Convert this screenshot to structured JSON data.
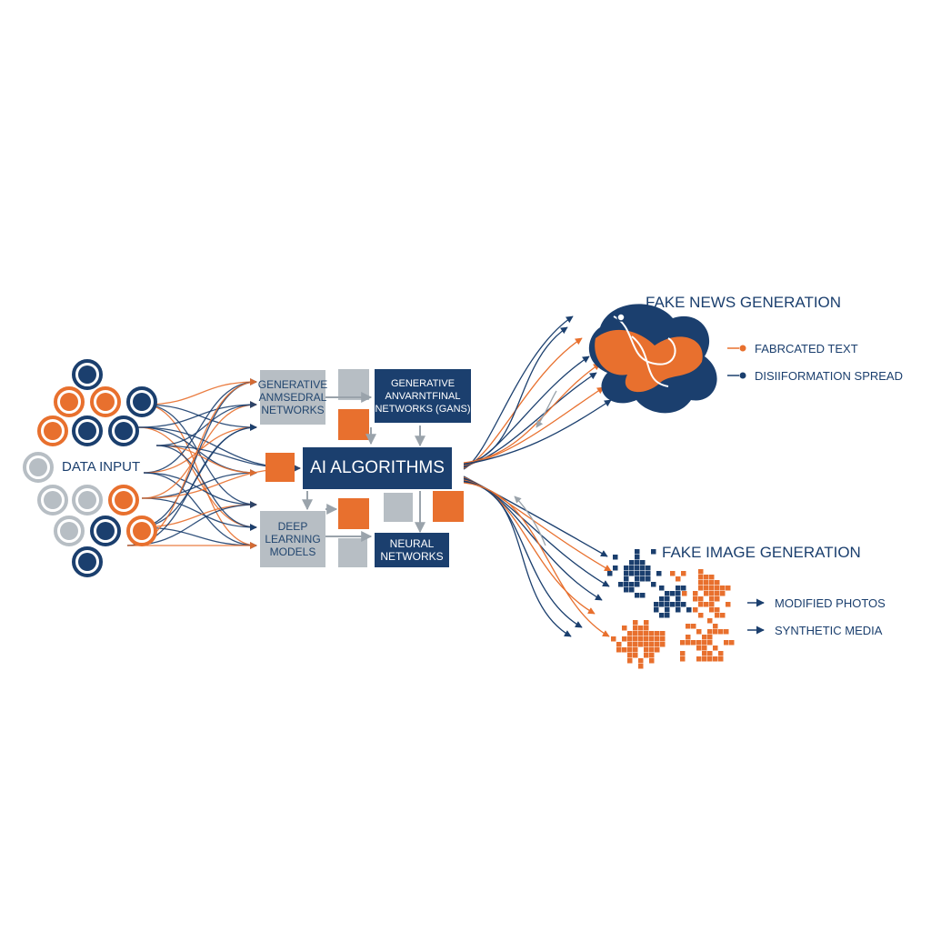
{
  "colors": {
    "navy": "#1b3f6e",
    "orange": "#e8702e",
    "grey": "#b7bec4",
    "background": "#ffffff"
  },
  "input": {
    "label": "DATA INPUT",
    "node_fills": [
      "navy",
      "orange",
      "orange",
      "navy",
      "orange",
      "navy",
      "navy",
      "grey",
      "grey",
      "grey",
      "orange",
      "grey",
      "navy",
      "orange",
      "navy"
    ]
  },
  "center": {
    "title": "AI ALGORITHMS",
    "gan_grey": "GENERATIVE\nANMSEDRAL\nNETWORKS",
    "gan_navy": "GENERATIVE\nANVARNTFINAL\nNETWORKS (GANs)",
    "deep_learning": "DEEP\nLEARNING\nMODELS",
    "neural_networks": "NEURAL\nNETWORKS"
  },
  "outputs": {
    "fake_news": {
      "title": "FAKE NEWS GENERATION",
      "items": [
        {
          "text": "FABRCATED TEXT",
          "marker": "orange"
        },
        {
          "text": "DISIIFORMATION SPREAD",
          "marker": "navy"
        }
      ]
    },
    "fake_image": {
      "title": "FAKE IMAGE GENERATION",
      "items": [
        {
          "text": "MODIFIED PHOTOS",
          "marker": "arrow"
        },
        {
          "text": "SYNTHETIC MEDIA",
          "marker": "arrow"
        }
      ]
    }
  }
}
